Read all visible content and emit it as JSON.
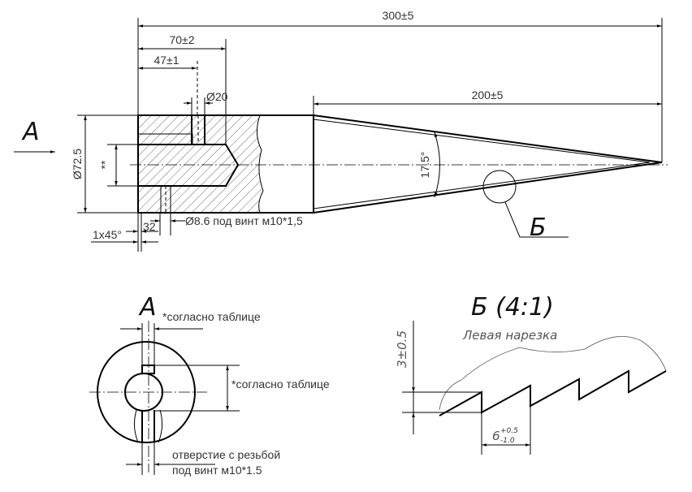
{
  "main_view": {
    "dim_total": "300±5",
    "dim_70": "70±2",
    "dim_47": "47±1",
    "dim_d20": "Ø20",
    "dim_200": "200±5",
    "dim_diameter": "Ø72.5",
    "dim_bore": "**",
    "dim_angle": "17.5°",
    "dim_32": "32",
    "dim_hole": "Ø8.6 под винт м10*1,5",
    "dim_chamfer": "1x45°",
    "view_arrow_label": "А",
    "detail_label": "Б"
  },
  "view_a": {
    "title": "А",
    "note_top": "*согласно таблице",
    "note_right": "*согласно таблице",
    "note_bottom_1": "отверстие с резьбой",
    "note_bottom_2": "под винт м10*1.5"
  },
  "detail_b": {
    "title": "Б  (4:1)",
    "thread_note": "Левая нарезка",
    "dim_height": "3±0.5",
    "dim_pitch": "6",
    "dim_pitch_upper": "+0.5",
    "dim_pitch_lower": "-1.0"
  }
}
